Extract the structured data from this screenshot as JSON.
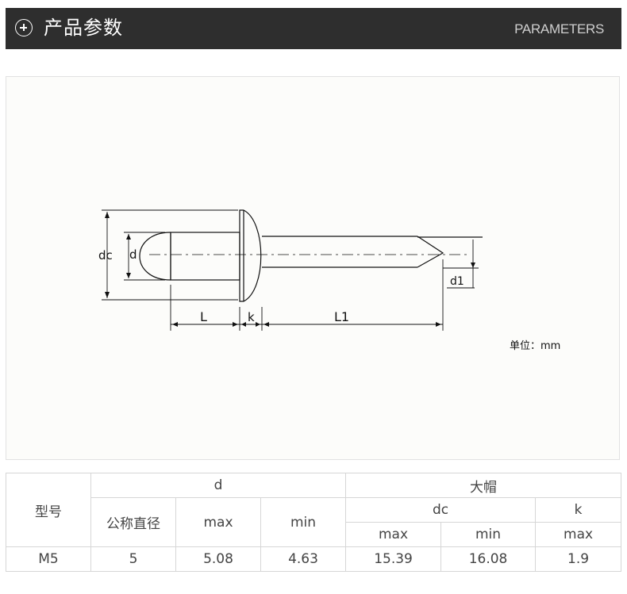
{
  "header": {
    "title": "产品参数",
    "subtitle": "PARAMETERS"
  },
  "diagram": {
    "labels": {
      "dc": "dc",
      "d": "d",
      "L": "L",
      "k": "k",
      "L1": "L1",
      "d1": "d1"
    },
    "unit_label": "单位：mm"
  },
  "table": {
    "model_header": "型号",
    "d_header": "d",
    "cap_header": "大帽",
    "nominal_header": "公称直径",
    "d_max": "max",
    "d_min": "min",
    "dc_header": "dc",
    "k_header": "k",
    "dc_max": "max",
    "dc_min": "min",
    "k_max": "max",
    "rows": [
      {
        "model": "M5",
        "nominal": "5",
        "d_max": "5.08",
        "d_min": "4.63",
        "dc_max": "15.39",
        "dc_min": "16.08",
        "k_max": "1.9"
      }
    ]
  }
}
